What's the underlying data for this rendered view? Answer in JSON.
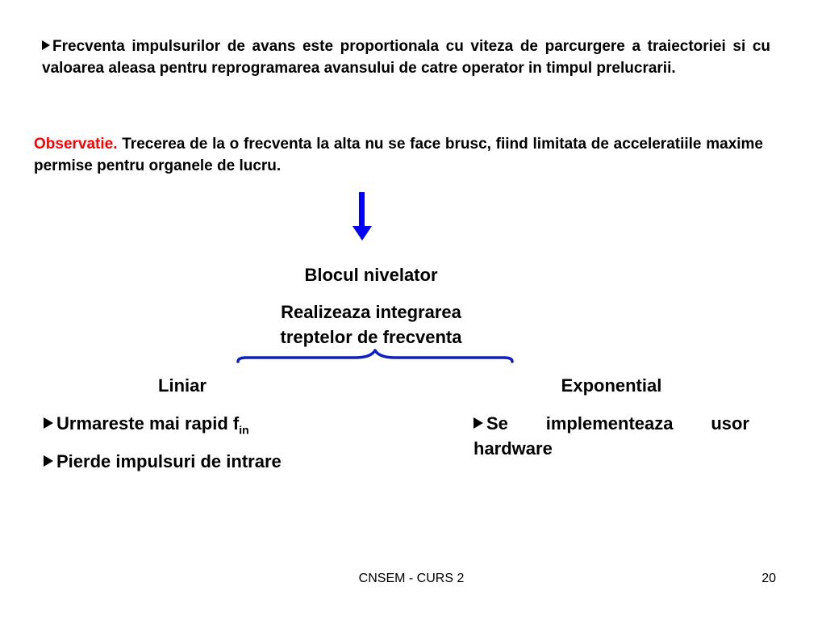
{
  "slide": {
    "paragraph1": {
      "text": "Frecventa impulsurilor de avans este proportionala cu viteza de parcurgere a traiectoriei si cu valoarea aleasa pentru reprogramarea avansului de catre operator in timpul prelucrarii."
    },
    "paragraph2": {
      "label": "Observatie.",
      "text": " Trecerea de la o frecventa la alta nu se face brusc, fiind limitata de acceleratiile maxime permise pentru organele de lucru."
    },
    "block": {
      "title": "Blocul nivelator",
      "line1": "Realizeaza integrarea",
      "line2": "treptelor de frecventa"
    },
    "left": {
      "heading": "Liniar",
      "item1_text": "Urmareste mai rapid f",
      "item1_sub": "in",
      "item2_text": "Pierde impulsuri de intrare"
    },
    "right": {
      "heading": "Exponential",
      "item1_text": "Se implementeaza usor hardware"
    },
    "footer": {
      "title": "CNSEM - CURS 2",
      "page": "20"
    }
  },
  "colors": {
    "accent_red": "#ff0000",
    "arrow_blue": "#0000ff",
    "brace_blue": "#1020c0"
  },
  "icons": {
    "bullet": "arrowhead-bullet-icon",
    "arrow": "down-arrow-icon",
    "brace": "curly-brace-icon"
  }
}
